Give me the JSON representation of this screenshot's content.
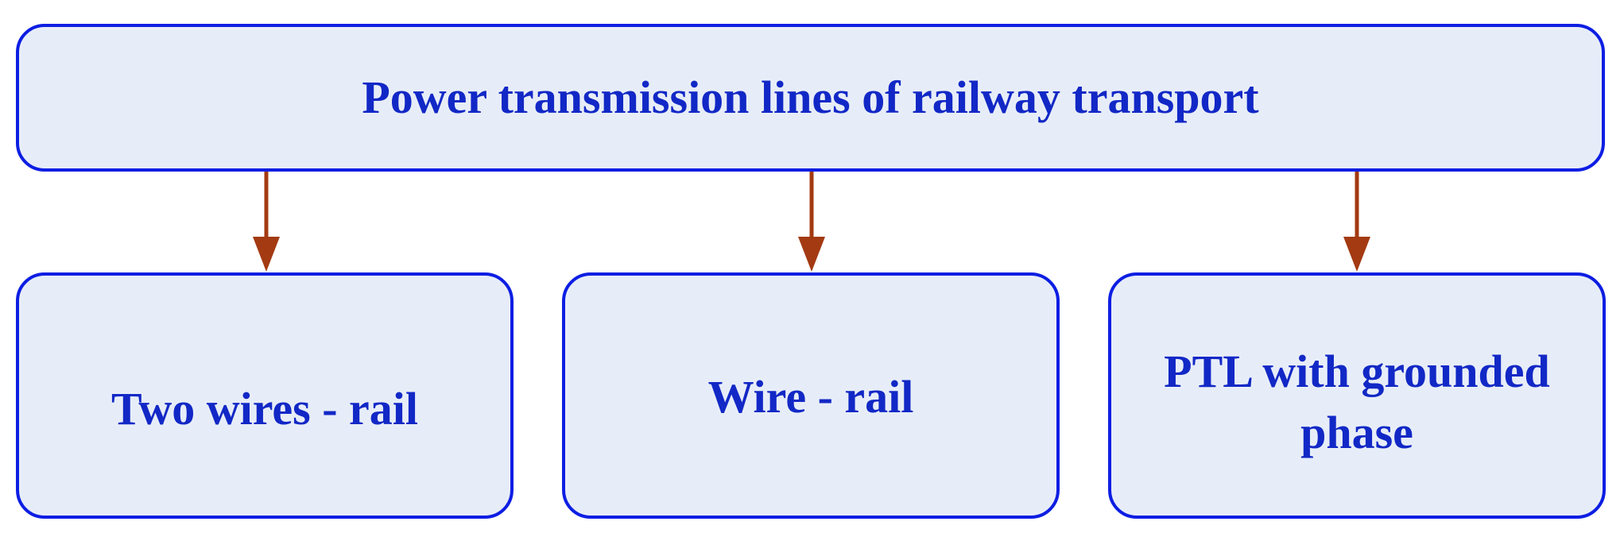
{
  "colors": {
    "box_fill": "#e7edf8",
    "box_border": "#0d1ee3",
    "text": "#1228c6",
    "arrow": "#a33a12"
  },
  "root": {
    "label": "Power transmission lines of railway transport"
  },
  "children": [
    {
      "label": "Two wires - rail"
    },
    {
      "label": "Wire - rail"
    },
    {
      "label": "PTL with grounded phase"
    }
  ]
}
